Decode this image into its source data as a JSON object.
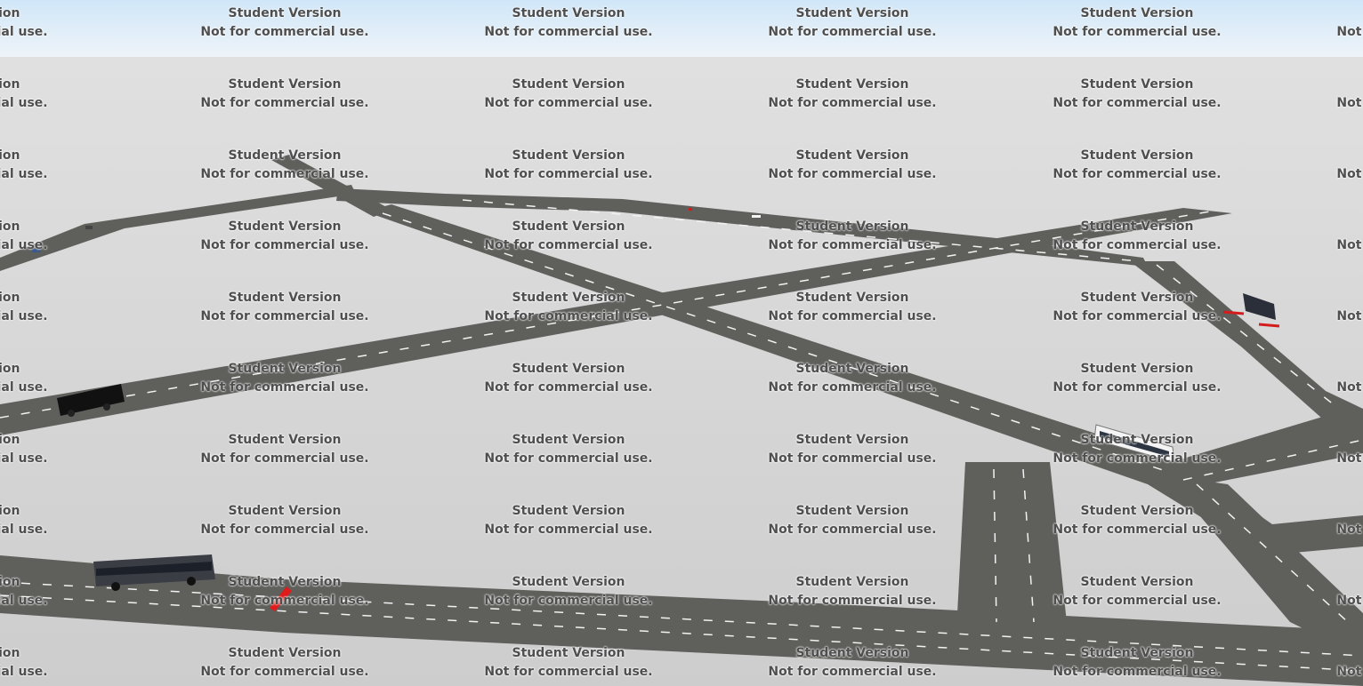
{
  "window": {
    "type": "3d-traffic-simulation-viewport"
  },
  "watermark": {
    "line1": "Student Version",
    "line2": "Not for commercial use."
  },
  "scene": {
    "sky_color": "#dcebf8",
    "ground_color": "#d6d6d6",
    "road_color": "#5f5f5c",
    "lane_marking_color": "#f2f2f2"
  },
  "vehicles": [
    {
      "name": "black-truck-left",
      "kind": "truck",
      "color": "#111111"
    },
    {
      "name": "city-bus-bottom-left",
      "kind": "bus",
      "color": "#3a3d44"
    },
    {
      "name": "white-bus-right",
      "kind": "bus",
      "color": "#f4f4f4"
    },
    {
      "name": "dark-truck-top-right",
      "kind": "truck",
      "color": "#2a2f3a"
    },
    {
      "name": "red-marker-vehicle",
      "kind": "marker",
      "color": "#e01b1b"
    }
  ]
}
